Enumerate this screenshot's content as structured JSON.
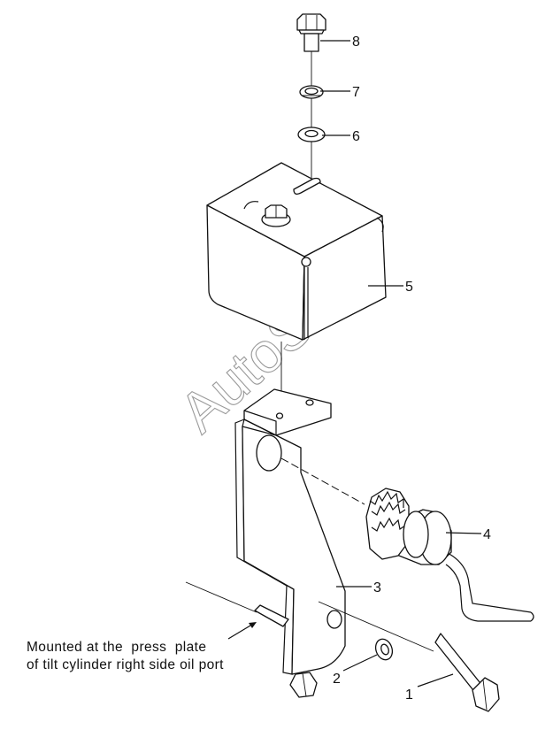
{
  "diagram": {
    "callouts": [
      {
        "id": "callout-1",
        "label": "1"
      },
      {
        "id": "callout-2",
        "label": "2"
      },
      {
        "id": "callout-3",
        "label": "3"
      },
      {
        "id": "callout-4",
        "label": "4"
      },
      {
        "id": "callout-5",
        "label": "5"
      },
      {
        "id": "callout-6",
        "label": "6"
      },
      {
        "id": "callout-7",
        "label": "7"
      },
      {
        "id": "callout-8",
        "label": "8"
      }
    ],
    "note_lines": [
      "Mounted at the  press  plate",
      "of tilt cylinder right side oil port"
    ],
    "watermark": "AutoSoft"
  }
}
